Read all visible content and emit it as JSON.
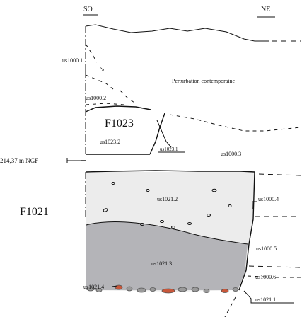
{
  "orientation": {
    "left": "SO",
    "right": "NE"
  },
  "features": {
    "f1023": "F1023",
    "f1021": "F1021"
  },
  "altitude": "214,37 m NGF",
  "zones": {
    "perturbation": "Perturbation contemporaine"
  },
  "units": {
    "us1000_1": "us1000.1",
    "us1000_2": "us1000.2",
    "us1023_2": "us1023.2",
    "us1023_1": "us1023.1",
    "us1000_3": "us1000.3",
    "us1021_2": "us1021.2",
    "us1000_4": "us1000.4",
    "us1000_5": "us1000.5",
    "us1021_3": "us1021.3",
    "us1000_6": "us1000.6",
    "us1021_4": "us1021.4",
    "us1021_1": "us1021.1"
  },
  "colors": {
    "fill_light": "#ececec",
    "fill_dark": "#b4b4b8",
    "stone_grey": "#9a9a9a",
    "stone_red": "#c8573a",
    "line": "#111111"
  }
}
